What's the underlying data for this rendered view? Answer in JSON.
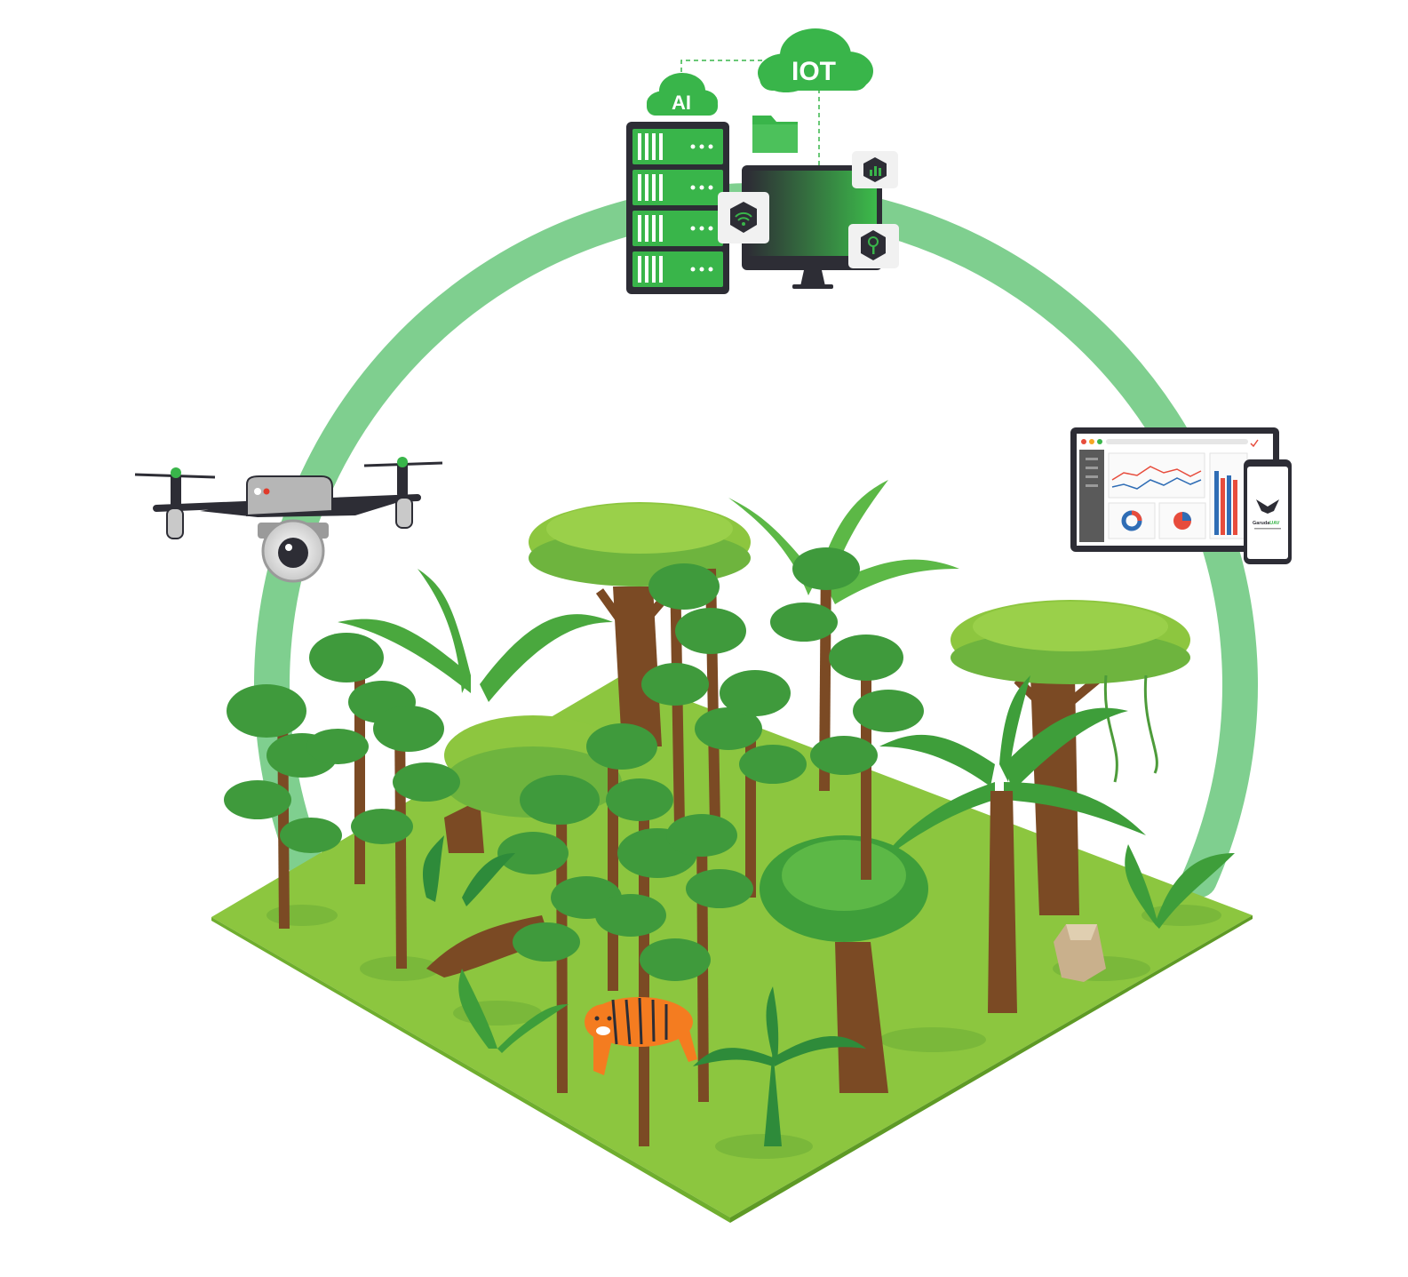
{
  "clouds": {
    "ai_label": "AI",
    "iot_label": "IOT"
  },
  "phone": {
    "brand_part1": "Garuda",
    "brand_part2": "UAV"
  },
  "colors": {
    "ring": "#7fcf8f",
    "brand_green": "#39b54a",
    "server_dark": "#2d2d35",
    "ground": "#8cc63f",
    "ground_dark": "#6fae2e",
    "tree_trunk": "#7b4a24",
    "canopy_light": "#8dc63f",
    "canopy_mid": "#5fae3c",
    "canopy_dark": "#2e8b3a",
    "tiger": "#f47c20",
    "chart_red": "#e74c3c",
    "chart_blue": "#2f6db5"
  },
  "icons": [
    "ai-cloud-icon",
    "iot-cloud-icon",
    "server-rack-icon",
    "folder-icon",
    "monitor-icon",
    "wifi-icon",
    "analytics-icon",
    "search-icon",
    "drone-icon",
    "tablet-dashboard-icon",
    "smartphone-icon",
    "tiger-icon",
    "rock-icon"
  ]
}
